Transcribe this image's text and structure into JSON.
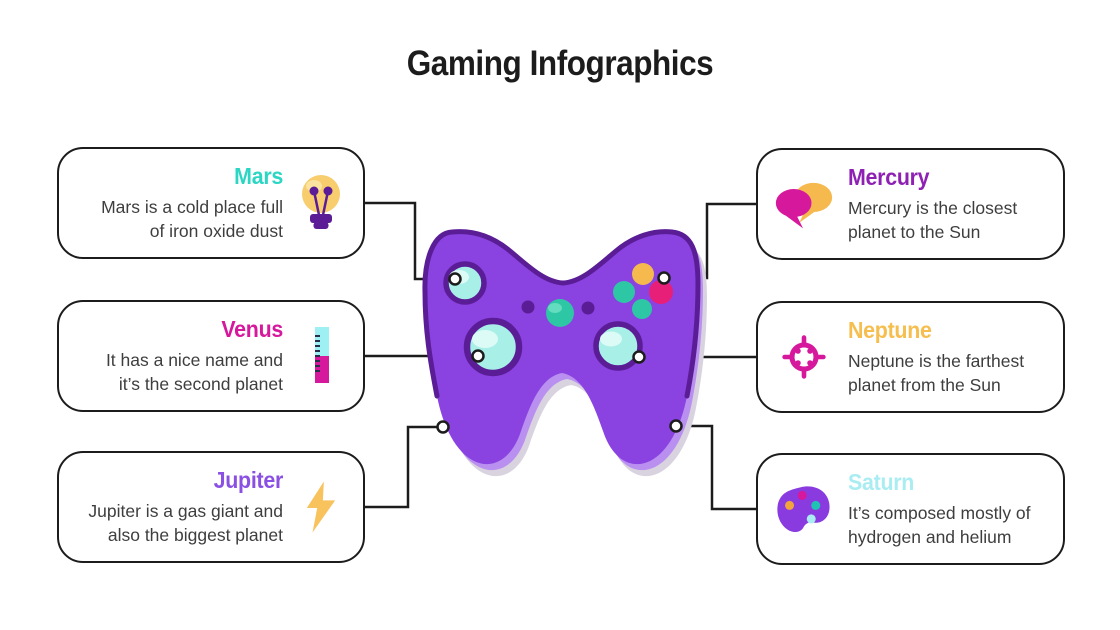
{
  "page": {
    "title": "Gaming Infographics"
  },
  "colors": {
    "ink": "#1C1C1C",
    "text": "#3E3E3E",
    "card-border": "#1C1C1C",
    "ctrl-purple": "#8A42E0",
    "ctrl-dark": "#5B1D96",
    "ctrl-light": "#B98FF0",
    "ctrl-gray": "#D9D3E0",
    "stick-cyan": "#A8EFE8",
    "stick-hi": "#DCFAF6",
    "green": "#2EC7A5",
    "green-hi": "#63DCBF",
    "btn-yellow": "#F5B94E",
    "btn-pink": "#E81F78",
    "icon-yellow": "#F7CD6E",
    "icon-yellow-hi": "#FBE3A0",
    "icon-amber": "#F8C25D",
    "magenta": "#D6189C",
    "icon-cyan": "#9FF0F2",
    "icon-teal": "#1FC3B4",
    "icon-orange": "#F2A43C",
    "pale-cyan": "#A9EDF2",
    "palette-purple": "#8A3BE0",
    "tick": "#27304A"
  },
  "cards": [
    {
      "id": "mars",
      "side": "left",
      "title": "Mars",
      "title_color": "#2BD6C3",
      "desc_line1": "Mars is a cold place full",
      "desc_line2": "of iron oxide dust",
      "icon": "lightbulb-icon"
    },
    {
      "id": "venus",
      "side": "left",
      "title": "Venus",
      "title_color": "#D6189C",
      "desc_line1": "It has a nice name and",
      "desc_line2": "it’s the second planet",
      "icon": "thermometer-icon"
    },
    {
      "id": "jupiter",
      "side": "left",
      "title": "Jupiter",
      "title_color": "#8A4FE3",
      "desc_line1": "Jupiter is a gas giant and",
      "desc_line2": "also the biggest planet",
      "icon": "lightning-bolt-icon"
    },
    {
      "id": "mercury",
      "side": "right",
      "title": "Mercury",
      "title_color": "#8E21B4",
      "desc_line1": "Mercury is the closest",
      "desc_line2": "planet to the Sun",
      "icon": "speech-bubbles-icon"
    },
    {
      "id": "neptune",
      "side": "right",
      "title": "Neptune",
      "title_color": "#F6BE4F",
      "desc_line1": "Neptune is the farthest",
      "desc_line2": "planet from the Sun",
      "icon": "crosshair-icon"
    },
    {
      "id": "saturn",
      "side": "right",
      "title": "Saturn",
      "title_color": "#A9EDF2",
      "desc_line1": "It’s composed mostly of",
      "desc_line2": "hydrogen and helium",
      "icon": "palette-icon"
    }
  ]
}
